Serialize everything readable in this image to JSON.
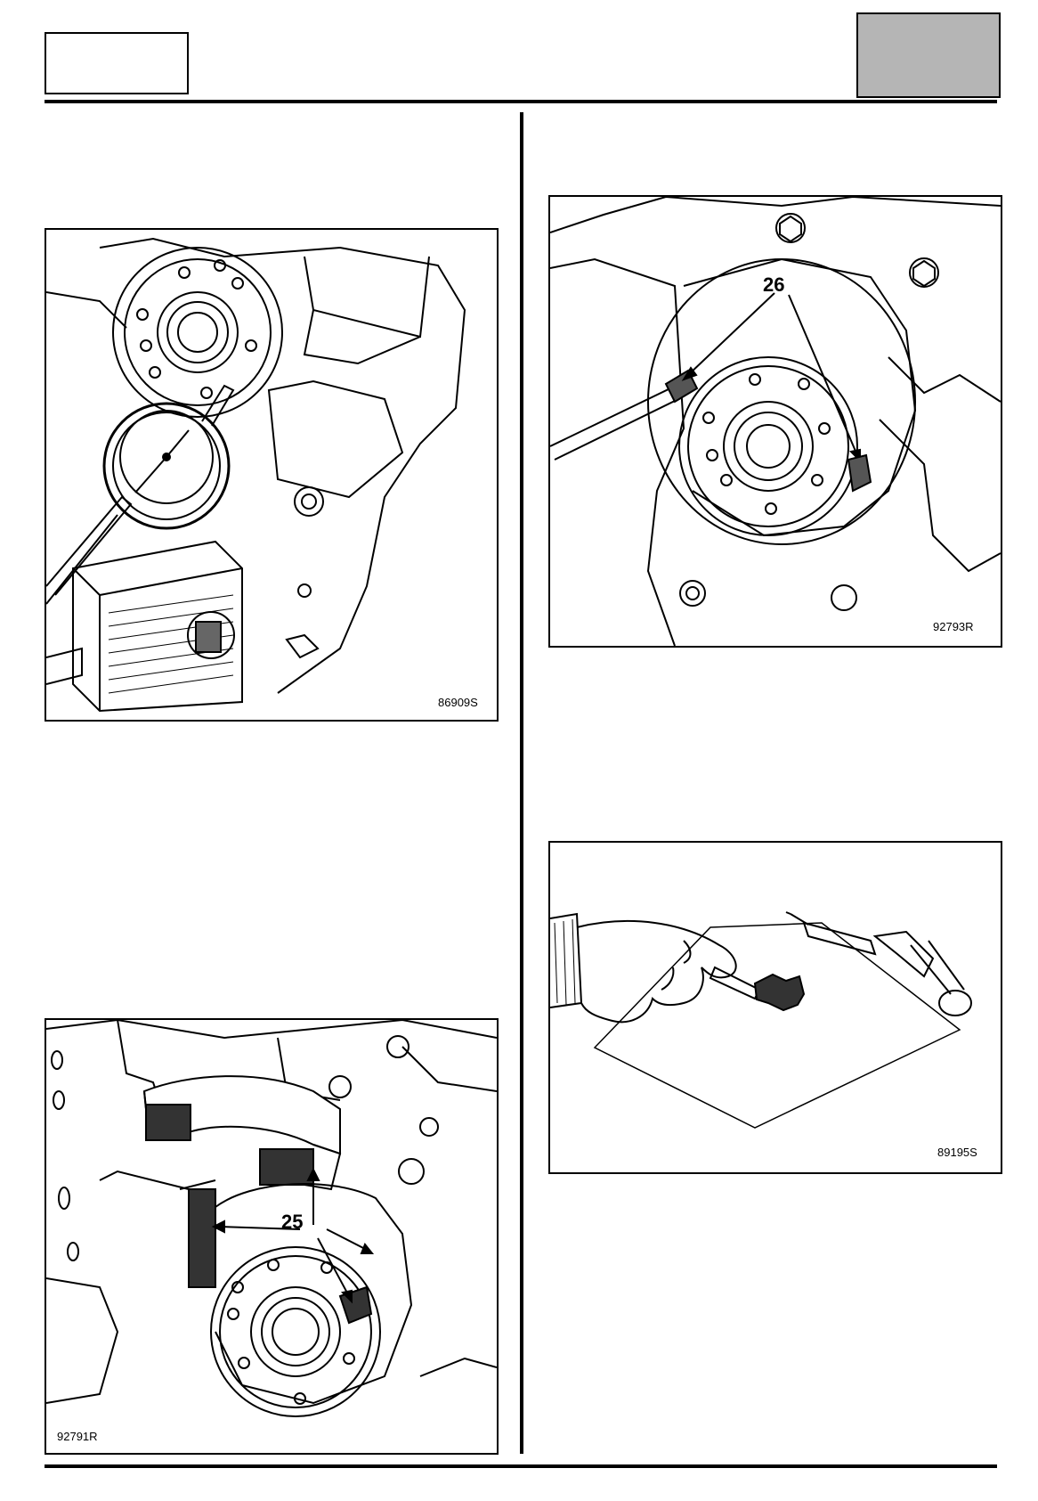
{
  "figures": {
    "fig1": {
      "code": "86909S"
    },
    "fig2": {
      "code": "92793R",
      "callout": "26"
    },
    "fig3": {
      "code": "89195S"
    },
    "fig4": {
      "code": "92791R",
      "callout": "25"
    }
  },
  "colors": {
    "ink": "#000000",
    "header_gray": "#b5b5b5",
    "paper": "#ffffff"
  }
}
